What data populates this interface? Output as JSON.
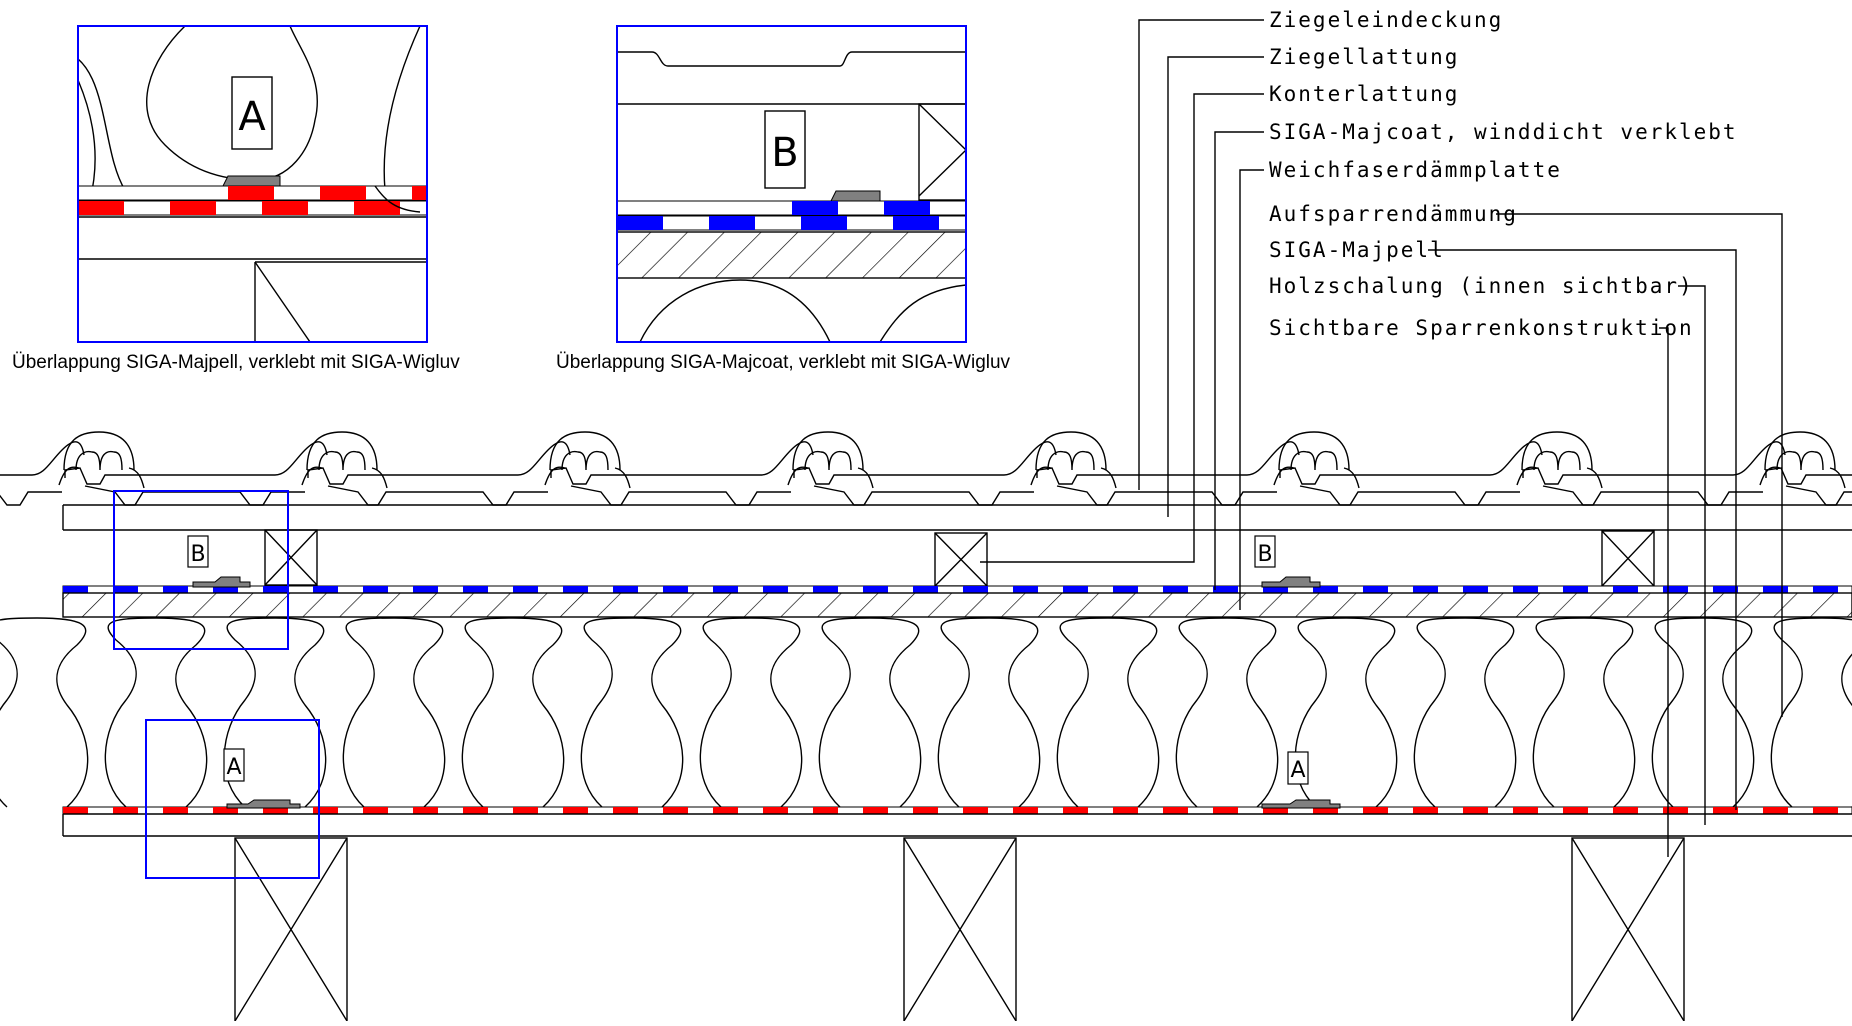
{
  "colors": {
    "majpell_stripe": "#ff0000",
    "majcoat_stripe": "#0000ff",
    "wigluv_tape": "#808080",
    "detail_frame": "#0000ff",
    "line": "#000000"
  },
  "details": {
    "a": {
      "letter": "A",
      "caption": "Überlappung SIGA-Majpell, verklebt mit SIGA-Wigluv"
    },
    "b": {
      "letter": "B",
      "caption": "Überlappung SIGA-Majcoat, verklebt mit SIGA-Wigluv"
    }
  },
  "layers": [
    {
      "label": "Ziegeleindeckung"
    },
    {
      "label": "Ziegellattung"
    },
    {
      "label": "Konterlattung"
    },
    {
      "label": "SIGA-Majcoat, winddicht verklebt"
    },
    {
      "label": "Weichfaserdämmplatte"
    },
    {
      "label": "Aufsparrendämmung"
    },
    {
      "label": "SIGA-Majpell"
    },
    {
      "label": "Holzschalung (innen sichtbar)"
    },
    {
      "label": "Sichtbare Sparrenkonstruktion"
    }
  ],
  "section_markers": {
    "a": "A",
    "b": "B"
  }
}
